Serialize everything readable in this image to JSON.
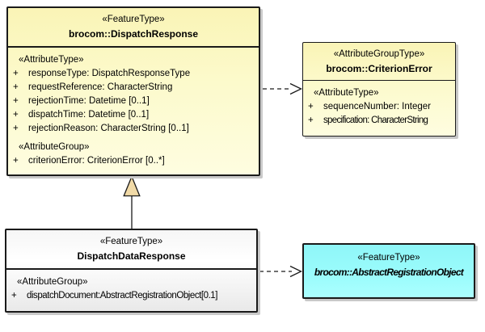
{
  "colors": {
    "yellow_top": "#FAF4B6",
    "yellow_bottom": "#FEFDE0",
    "gray_top": "#F6F6F6",
    "gray_bottom": "#E9E9E9",
    "cyan_fill": "#9BFCFC",
    "triangle_fill": "#F1DAA7",
    "line": "#1A1A1A",
    "shadow": "#C9C9C9",
    "background": "#FFFFFF"
  },
  "boxes": {
    "dispatchResponse": {
      "stereotype": "«FeatureType»",
      "title": "brocom::DispatchResponse",
      "sections": [
        {
          "label": "«AttributeType»",
          "attributes": [
            {
              "vis": "+",
              "text": "responseType: DispatchResponseType"
            },
            {
              "vis": "+",
              "text": "requestReference: CharacterString"
            },
            {
              "vis": "+",
              "text": "rejectionTime: Datetime [0..1]"
            },
            {
              "vis": "+",
              "text": "dispatchTime: Datetime [0..1]"
            },
            {
              "vis": "+",
              "text": "rejectionReason: CharacterString [0..1]"
            }
          ]
        },
        {
          "label": "«AttributeGroup»",
          "attributes": [
            {
              "vis": "+",
              "text": "criterionError: CriterionError [0..*]"
            }
          ]
        }
      ]
    },
    "criterionError": {
      "stereotype": "«AttributeGroupType»",
      "title": "brocom::CriterionError",
      "sections": [
        {
          "label": "«AttributeType»",
          "attributes": [
            {
              "vis": "+",
              "text": "sequenceNumber: Integer"
            },
            {
              "vis": "+",
              "text": "specification: CharacterString"
            }
          ]
        }
      ]
    },
    "dispatchDataResponse": {
      "stereotype": "«FeatureType»",
      "title": "DispatchDataResponse",
      "sections": [
        {
          "label": "«AttributeGroup»",
          "attributes": [
            {
              "vis": "+",
              "text": "dispatchDocument:AbstractRegistrationObject[0.1]"
            }
          ]
        }
      ]
    },
    "abstractRegistrationObject": {
      "stereotype": "«FeatureType»",
      "title": "brocom::AbstractRegistrationObject"
    }
  }
}
